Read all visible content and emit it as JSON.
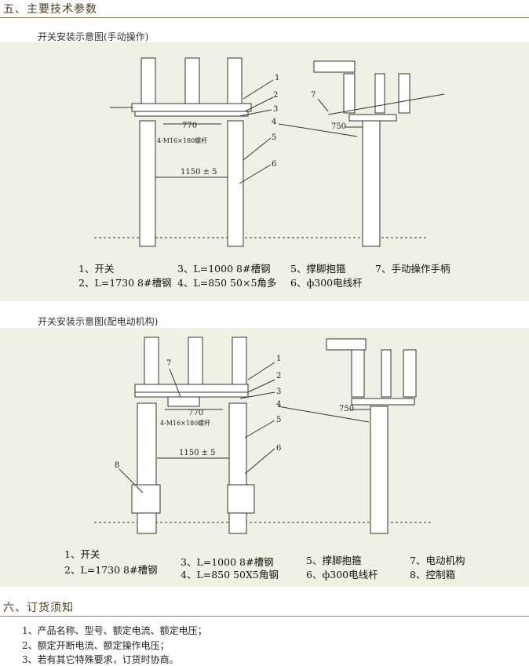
{
  "section5": {
    "title": "五、主要技术参数"
  },
  "diagram1": {
    "subtitle": "开关安装示意图(手动操作)",
    "dims": {
      "d770": "770",
      "d1150": "1150 ± 5",
      "d750": "750",
      "bolt": "4-M16×180螺杆"
    },
    "callouts": [
      "1",
      "2",
      "3",
      "4",
      "5",
      "6",
      "7"
    ],
    "legend": [
      "1、开关",
      "3、L=1000 8#槽钢",
      "5、撑脚抱箍",
      "7、手动操作手柄",
      "2、L=1730 8#槽钢",
      "4、L=850 50×5角多",
      "6、ф300电线杆"
    ]
  },
  "diagram2": {
    "subtitle": "开关安装示意图(配电动机构)",
    "dims": {
      "d770": "770",
      "d1150": "1150 ± 5",
      "d750": "750",
      "bolt": "4-M16×180螺杆"
    },
    "callouts": [
      "1",
      "2",
      "3",
      "4",
      "5",
      "6",
      "7",
      "8"
    ],
    "legend": [
      "1、开关",
      "3、L=1000  8#槽钢",
      "5、撑脚抱箍",
      "7、电动机构",
      "2、L=1730  8#槽钢",
      "4、L=850  50X5角钢",
      "6、ф300电线杆",
      "8、控制箱"
    ]
  },
  "section6": {
    "title": "六、订货须知",
    "items": [
      "1、产品名称、型号、额定电流、额定电压；",
      "2、额定开断电流、额定操作电压；",
      "3、若有其它特殊要求，订货时协商。"
    ]
  }
}
